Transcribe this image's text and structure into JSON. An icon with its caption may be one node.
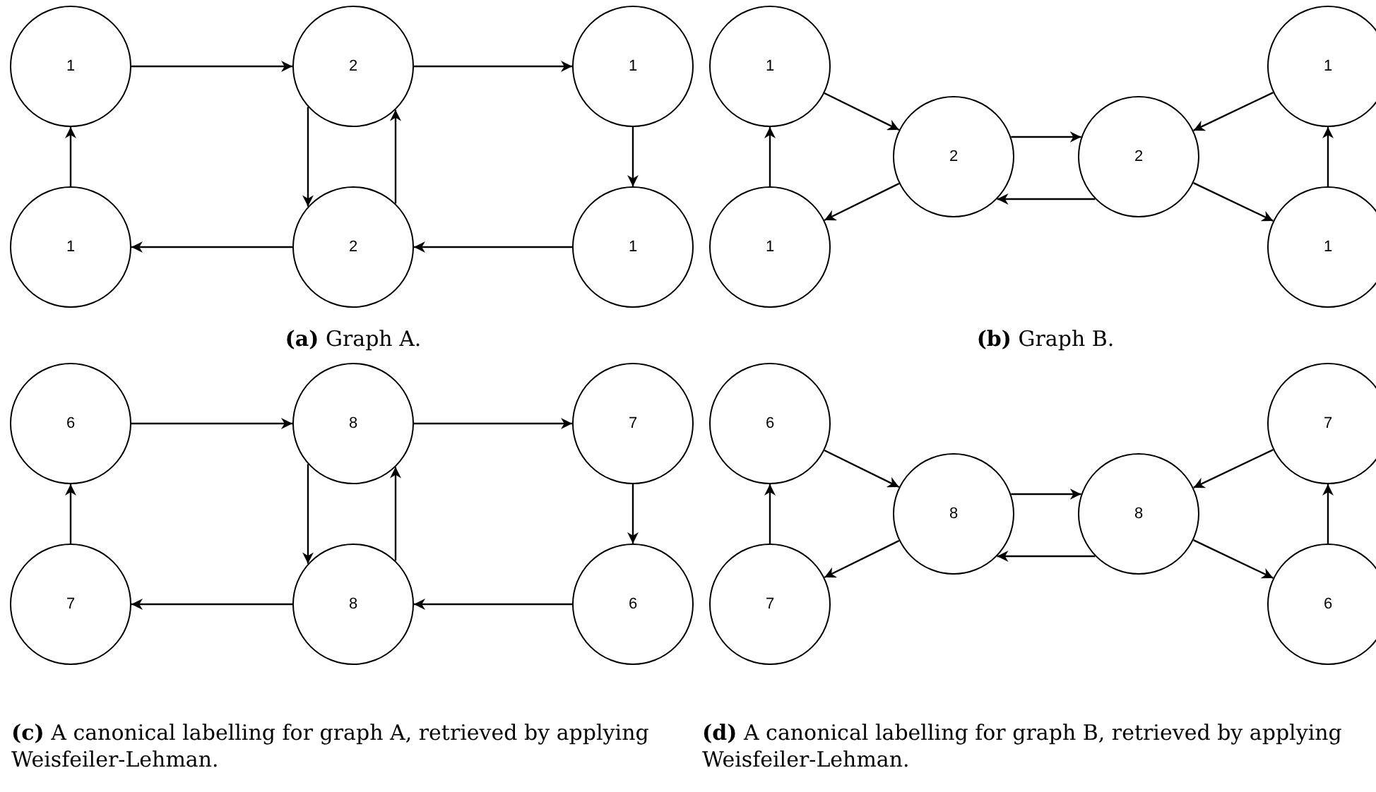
{
  "diagram": {
    "nodes": [
      {
        "text": [
          "1"
        ]
      },
      {
        "text": [
          "2"
        ]
      },
      {
        "text": [
          "1"
        ]
      },
      {
        "text": [
          "1"
        ]
      },
      {
        "text": [
          "2"
        ]
      },
      {
        "text": [
          "1"
        ]
      },
      {
        "text": [
          "1"
        ]
      },
      {
        "text": [
          "1"
        ]
      },
      {
        "text": [
          "2"
        ]
      },
      {
        "text": [
          "2"
        ]
      },
      {
        "text": [
          "1"
        ]
      },
      {
        "text": [
          "1"
        ]
      },
      {
        "text": [
          "6"
        ]
      },
      {
        "text": [
          "8"
        ]
      },
      {
        "text": [
          "7"
        ]
      },
      {
        "text": [
          "7"
        ]
      },
      {
        "text": [
          "8"
        ]
      },
      {
        "text": [
          "6"
        ]
      },
      {
        "text": [
          "6"
        ]
      },
      {
        "text": [
          "7"
        ]
      },
      {
        "text": [
          "8"
        ]
      },
      {
        "text": [
          "8"
        ]
      },
      {
        "text": [
          "7"
        ]
      },
      {
        "text": [
          "6"
        ]
      }
    ],
    "edges": [
      {
        "from": 0,
        "to": 1,
        "arrow": "to"
      },
      {
        "from": 1,
        "to": 2,
        "arrow": "to"
      },
      {
        "from": 2,
        "to": 5,
        "arrow": "to"
      },
      {
        "from": 5,
        "to": 4,
        "arrow": "to"
      },
      {
        "from": 4,
        "to": 3,
        "arrow": "to"
      },
      {
        "from": 3,
        "to": 0,
        "arrow": "to"
      },
      {
        "from": 1,
        "to": 4,
        "arrow": "to"
      },
      {
        "from": 4,
        "to": 1,
        "arrow": "to"
      },
      {
        "from": 6,
        "to": 8,
        "arrow": "to"
      },
      {
        "from": 8,
        "to": 7,
        "arrow": "to"
      },
      {
        "from": 7,
        "to": 6,
        "arrow": "to"
      },
      {
        "from": 8,
        "to": 9,
        "arrow": "to"
      },
      {
        "from": 9,
        "to": 8,
        "arrow": "to"
      },
      {
        "from": 10,
        "to": 9,
        "arrow": "to"
      },
      {
        "from": 9,
        "to": 11,
        "arrow": "to"
      },
      {
        "from": 11,
        "to": 10,
        "arrow": "to"
      },
      {
        "from": 12,
        "to": 13,
        "arrow": "to"
      },
      {
        "from": 13,
        "to": 14,
        "arrow": "to"
      },
      {
        "from": 14,
        "to": 17,
        "arrow": "to"
      },
      {
        "from": 17,
        "to": 16,
        "arrow": "to"
      },
      {
        "from": 16,
        "to": 15,
        "arrow": "to"
      },
      {
        "from": 15,
        "to": 12,
        "arrow": "to"
      },
      {
        "from": 13,
        "to": 16,
        "arrow": "to"
      },
      {
        "from": 16,
        "to": 13,
        "arrow": "to"
      },
      {
        "from": 18,
        "to": 20,
        "arrow": "to"
      },
      {
        "from": 20,
        "to": 19,
        "arrow": "to"
      },
      {
        "from": 19,
        "to": 18,
        "arrow": "to"
      },
      {
        "from": 20,
        "to": 21,
        "arrow": "to"
      },
      {
        "from": 21,
        "to": 20,
        "arrow": "to"
      },
      {
        "from": 22,
        "to": 21,
        "arrow": "to"
      },
      {
        "from": 21,
        "to": 23,
        "arrow": "to"
      },
      {
        "from": 23,
        "to": 22,
        "arrow": "to"
      }
    ],
    "labels": [
      "**(a)** Graph A.",
      "**(b)** Graph B.",
      "**(c)** A canonical labelling for graph A, retrieved by applying Weisfeiler-Lehman.",
      "**(d)** A canonical labelling for graph B, retrieved by applying Weisfeiler-Lehman."
    ]
  }
}
